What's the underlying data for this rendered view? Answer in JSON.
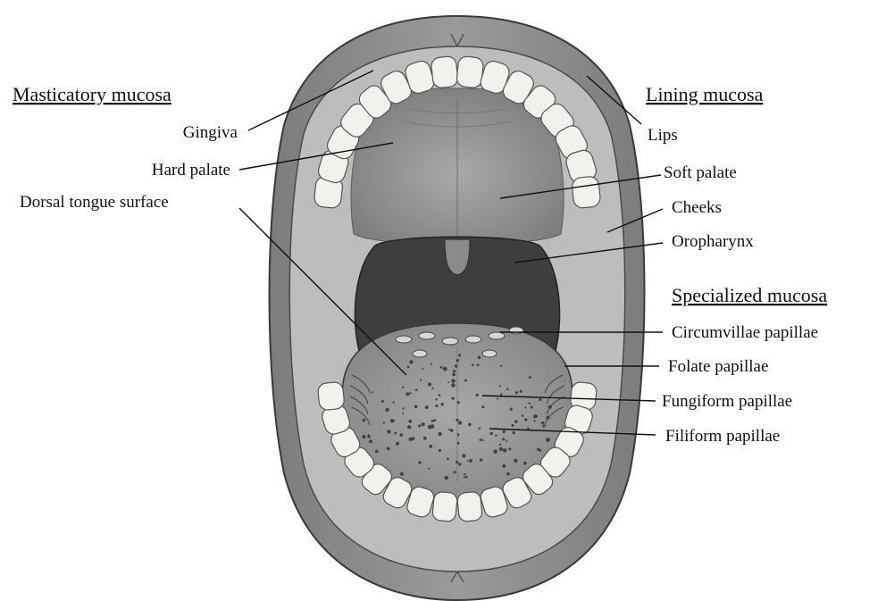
{
  "headings": {
    "masticatory": "Masticatory mucosa",
    "lining": "Lining mucosa",
    "specialized": "Specialized mucosa"
  },
  "labels": {
    "gingiva": "Gingiva",
    "hard_palate": "Hard palate",
    "dorsal_tongue": "Dorsal tongue surface",
    "lips": "Lips",
    "soft_palate": "Soft palate",
    "cheeks": "Cheeks",
    "oropharynx": "Oropharynx",
    "circumvallate": "Circumvillae papillae",
    "foliate": "Folate papillae",
    "fungiform": "Fungiform papillae",
    "filiform": "Filiform papillae"
  },
  "colors": {
    "lips": "#8a8a8a",
    "mucosa": "#b9b9b9",
    "palate": "#8e8e8e",
    "throat": "#3e3e3e",
    "tongue": "#9c9c9c",
    "teeth": "#f1f1ee"
  }
}
